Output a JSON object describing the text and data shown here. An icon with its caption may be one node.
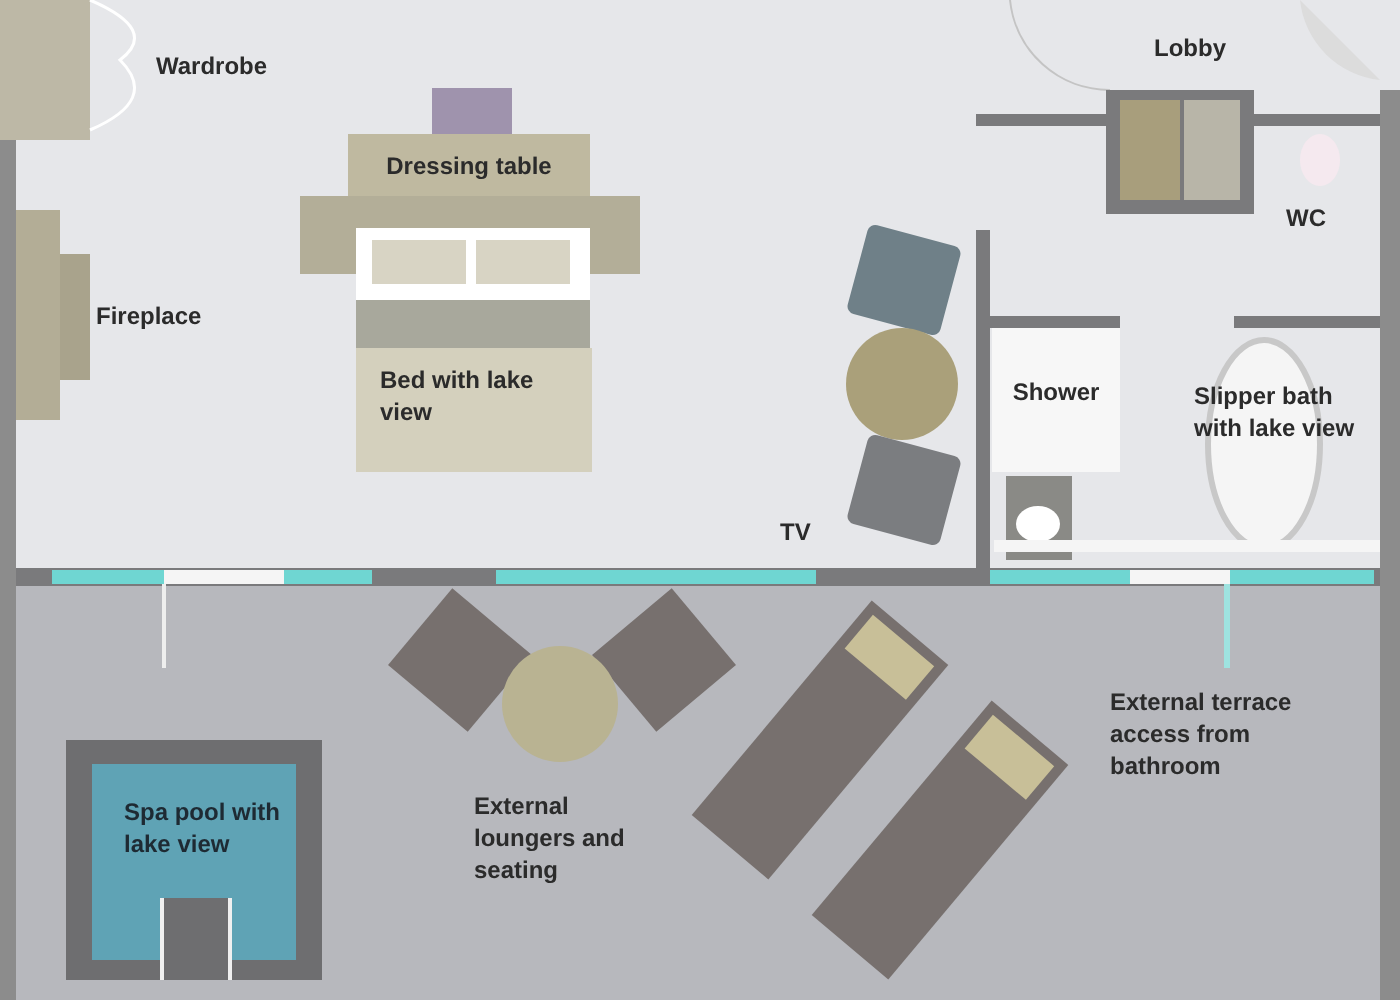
{
  "diagram": {
    "nodes": [
      {
        "text": [
          "Dressing table"
        ]
      },
      {
        "text": [
          "Bed with lake view"
        ]
      },
      {
        "text": [
          "Shower"
        ]
      },
      {
        "text": [
          "Spa pool with lake view"
        ]
      }
    ],
    "labels": [
      "Wardrobe",
      "Lobby",
      "WC",
      "Fireplace",
      "TV",
      "Slipper bath with lake view",
      "External loungers and seating",
      "External terrace access from bathroom"
    ]
  }
}
